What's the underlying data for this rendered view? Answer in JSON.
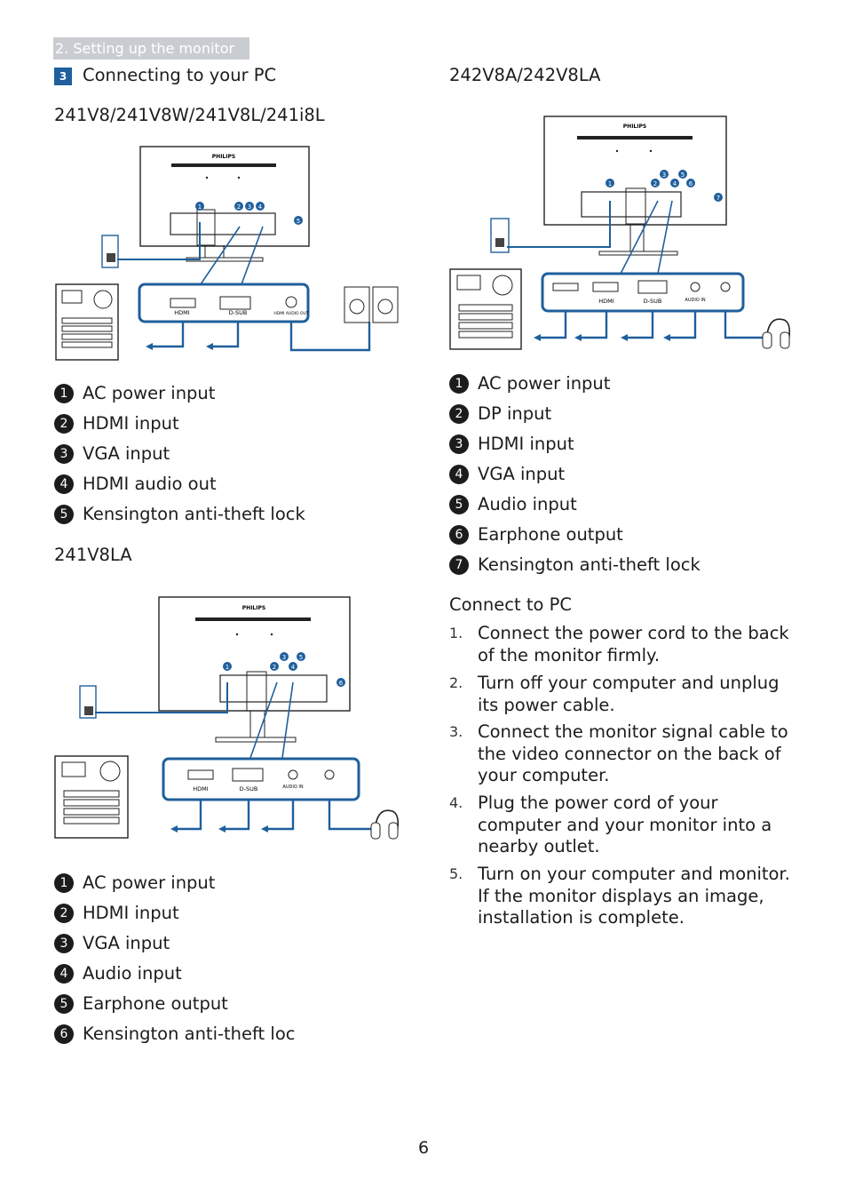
{
  "header": {
    "section_tab": "2. Setting up the monitor",
    "step_number": "3",
    "step_title": "Connecting to your PC"
  },
  "diagram_a": {
    "title": "241V8/241V8W/241V8L/241i8L",
    "brand": "PHILIPS",
    "callouts": [
      "1",
      "2",
      "3",
      "4",
      "5"
    ],
    "port_labels": [
      "HDMI",
      "D-SUB",
      "HDMI AUDIO OUT"
    ],
    "legend": [
      {
        "num": "1",
        "label": "AC power input"
      },
      {
        "num": "2",
        "label": "HDMI input"
      },
      {
        "num": "3",
        "label": "VGA input"
      },
      {
        "num": "4",
        "label": "HDMI audio out"
      },
      {
        "num": "5",
        "label": "Kensington anti-theft lock"
      }
    ]
  },
  "diagram_b": {
    "title": "241V8LA",
    "brand": "PHILIPS",
    "callouts": [
      "1",
      "2",
      "3",
      "4",
      "5",
      "6"
    ],
    "port_labels": [
      "HDMI",
      "D-SUB",
      "AUDIO IN"
    ],
    "legend": [
      {
        "num": "1",
        "label": "AC power input"
      },
      {
        "num": "2",
        "label": "HDMI input"
      },
      {
        "num": "3",
        "label": "VGA input"
      },
      {
        "num": "4",
        "label": "Audio input"
      },
      {
        "num": "5",
        "label": "Earphone output"
      },
      {
        "num": "6",
        "label": "Kensington anti-theft loc"
      }
    ]
  },
  "diagram_c": {
    "title": "242V8A/242V8LA",
    "brand": "PHILIPS",
    "callouts": [
      "1",
      "2",
      "3",
      "4",
      "5",
      "6",
      "7"
    ],
    "port_labels": [
      "HDMI",
      "D-SUB",
      "AUDIO IN"
    ],
    "legend": [
      {
        "num": "1",
        "label": "AC power input"
      },
      {
        "num": "2",
        "label": "DP input"
      },
      {
        "num": "3",
        "label": "HDMI input"
      },
      {
        "num": "4",
        "label": "VGA input"
      },
      {
        "num": "5",
        "label": "Audio input"
      },
      {
        "num": "6",
        "label": "Earphone output"
      },
      {
        "num": "7",
        "label": "Kensington anti-theft lock"
      }
    ]
  },
  "connect": {
    "title": "Connect to PC",
    "steps": [
      {
        "num": "1.",
        "text": "Connect the power cord to the back of the monitor firmly."
      },
      {
        "num": "2.",
        "text": "Turn off your computer and unplug its power cable."
      },
      {
        "num": "3.",
        "text": "Connect the monitor signal cable to the video connector on the back of your computer."
      },
      {
        "num": "4.",
        "text": "Plug the power cord of your computer and your monitor into a nearby outlet."
      },
      {
        "num": "5.",
        "text": "Turn on your computer and monitor. If the monitor displays an image, installation is complete."
      }
    ]
  },
  "footer": {
    "page_number": "6"
  },
  "colors": {
    "accent": "#1f5f9c",
    "tab_bg": "#c9cdd2",
    "callout_blue": "#1f5f9c"
  }
}
